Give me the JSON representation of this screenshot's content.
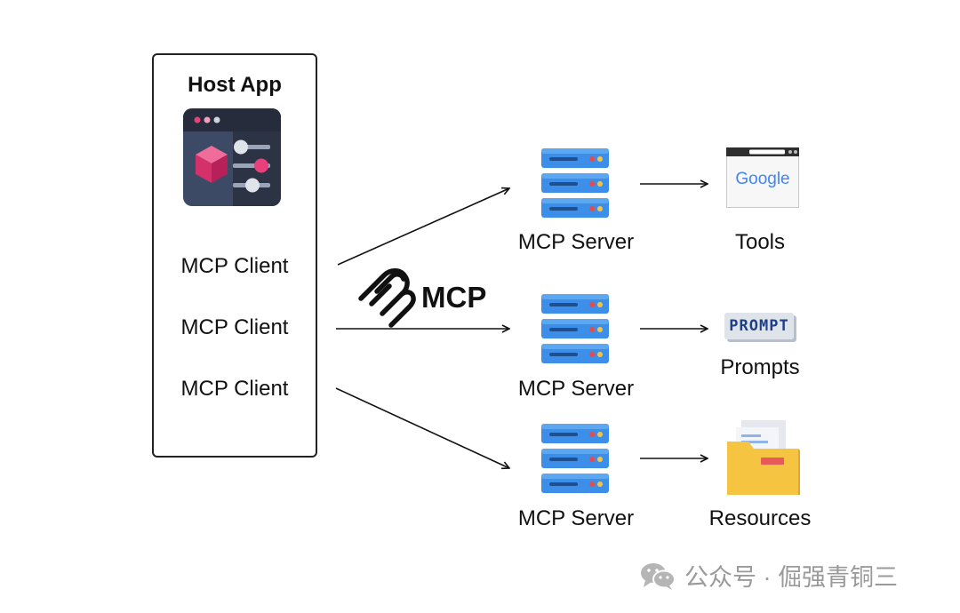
{
  "host": {
    "title": "Host App",
    "clients": [
      "MCP Client",
      "MCP Client",
      "MCP Client"
    ]
  },
  "protocol": {
    "label": "MCP"
  },
  "servers": [
    {
      "label": "MCP Server",
      "target": "Tools",
      "target_text": "Google",
      "target_icon": "browser-icon"
    },
    {
      "label": "MCP Server",
      "target": "Prompts",
      "target_text": "PROMPT",
      "target_icon": "prompt-icon"
    },
    {
      "label": "MCP Server",
      "target": "Resources",
      "target_icon": "folder-icon"
    }
  ],
  "watermark": {
    "text": "公众号 · 倔强青铜三",
    "icon": "wechat-icon"
  },
  "colors": {
    "server_blue": "#3d8ee8",
    "server_light": "#5ca7f2",
    "accent_pink": "#e8407a",
    "folder_yellow": "#f5c542",
    "window_dark": "#2c3344"
  }
}
